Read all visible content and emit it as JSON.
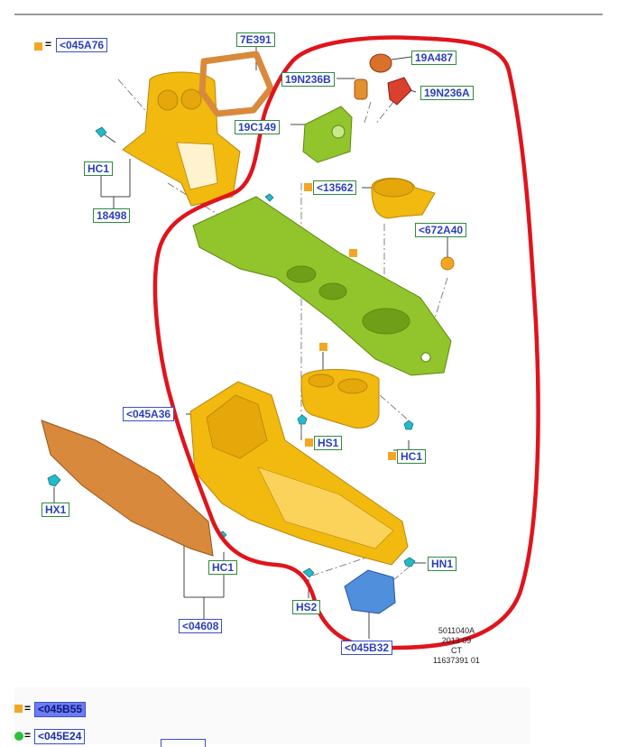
{
  "callouts": {
    "c045a76": "<045A76",
    "c7e391": "7E391",
    "c19a487": "19A487",
    "c19n236b": "19N236B",
    "c19n236a": "19N236A",
    "c19c149": "19C149",
    "hc1_a": "HC1",
    "c18498": "18498",
    "c13562": "<13562",
    "c672a40": "<672A40",
    "c045a36": "<045A36",
    "hs1": "HS1",
    "hc1_b": "HC1",
    "hx1": "HX1",
    "hc1_c": "HC1",
    "hn1": "HN1",
    "hs2": "HS2",
    "c04608": "<04608",
    "c045b32": "<045B32"
  },
  "equals": "=",
  "stamp": {
    "line1": "5011040A",
    "line2": "2013 09",
    "line3": "CT",
    "line4": "11637391 01"
  },
  "legend": [
    {
      "marker": "orange-square",
      "code": "<045B55",
      "highlighted": true
    },
    {
      "marker": "green-dot",
      "code": "<045E24",
      "highlighted": false
    }
  ],
  "colors": {
    "part_yellow": "#f2b90f",
    "part_green": "#92c42b",
    "part_orange": "#d9893c",
    "part_blue": "#4f8fdc",
    "fastener_teal": "#27b9c9",
    "annotation_red": "#e0141c"
  }
}
